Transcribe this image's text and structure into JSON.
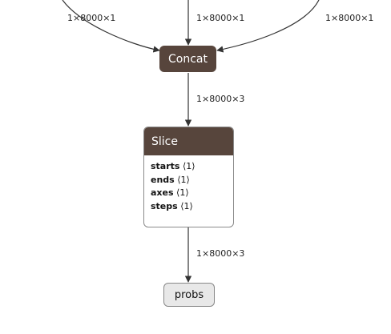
{
  "edges": {
    "left_label": "1×8000×1",
    "middle_label": "1×8000×1",
    "right_label": "1×8000×1",
    "concat_out_label": "1×8000×3",
    "slice_out_label": "1×8000×3"
  },
  "nodes": {
    "concat": {
      "title": "Concat"
    },
    "slice": {
      "title": "Slice",
      "attributes": [
        {
          "name": "starts",
          "value": "⟨1⟩"
        },
        {
          "name": "ends",
          "value": "⟨1⟩"
        },
        {
          "name": "axes",
          "value": "⟨1⟩"
        },
        {
          "name": "steps",
          "value": "⟨1⟩"
        }
      ]
    },
    "probs": {
      "label": "probs"
    }
  },
  "colors": {
    "node_header": "#57453c",
    "edge": "#333333",
    "io_node_fill": "#e8e8e8"
  }
}
